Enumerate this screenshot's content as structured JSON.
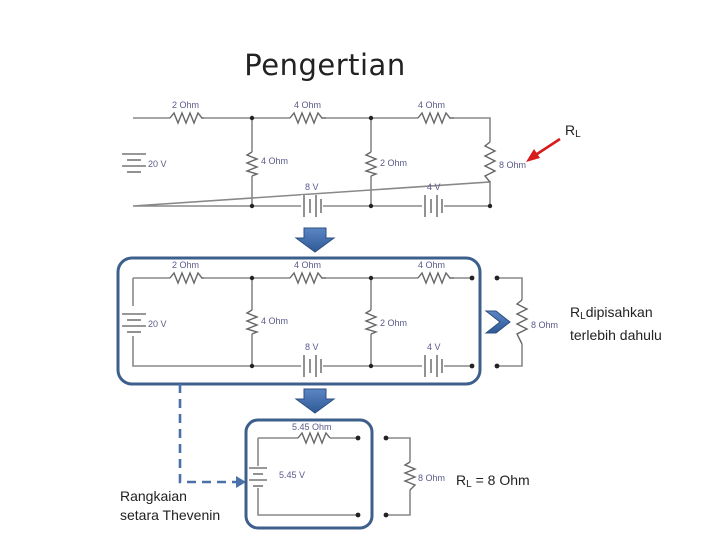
{
  "slide": {
    "title": "Pengertian"
  },
  "circuit_top": {
    "resistors": [
      "2 Ohm",
      "4 Ohm",
      "4 Ohm",
      "4 Ohm",
      "2 Ohm",
      "8 Ohm"
    ],
    "sources": [
      "20 V",
      "8 V",
      "4 V"
    ]
  },
  "circuit_mid": {
    "resistors": [
      "2 Ohm",
      "4 Ohm",
      "4 Ohm",
      "4 Ohm",
      "2 Ohm",
      "8 Ohm"
    ],
    "sources": [
      "20 V",
      "8 V",
      "4 V"
    ]
  },
  "circuit_thevenin": {
    "resistor": "5.45 Ohm",
    "source": "5.45 V",
    "load": "8 Ohm"
  },
  "annotations": {
    "rl_top": {
      "r": "R",
      "sub": "L"
    },
    "rl_separated": {
      "r": "R",
      "sub": "L",
      "line1": "dipisahkan",
      "line2": "terlebih dahulu"
    },
    "rl_value": {
      "r": "R",
      "sub": "L",
      "rest": "= 8 Ohm"
    },
    "thevenin_label": {
      "line1": "Rangkaian",
      "line2": "setara Thevenin"
    }
  },
  "colors": {
    "accent_blue": "#3f6aa8",
    "frame_blue": "#3d5f8c",
    "arrow_red": "#d61c1c"
  }
}
